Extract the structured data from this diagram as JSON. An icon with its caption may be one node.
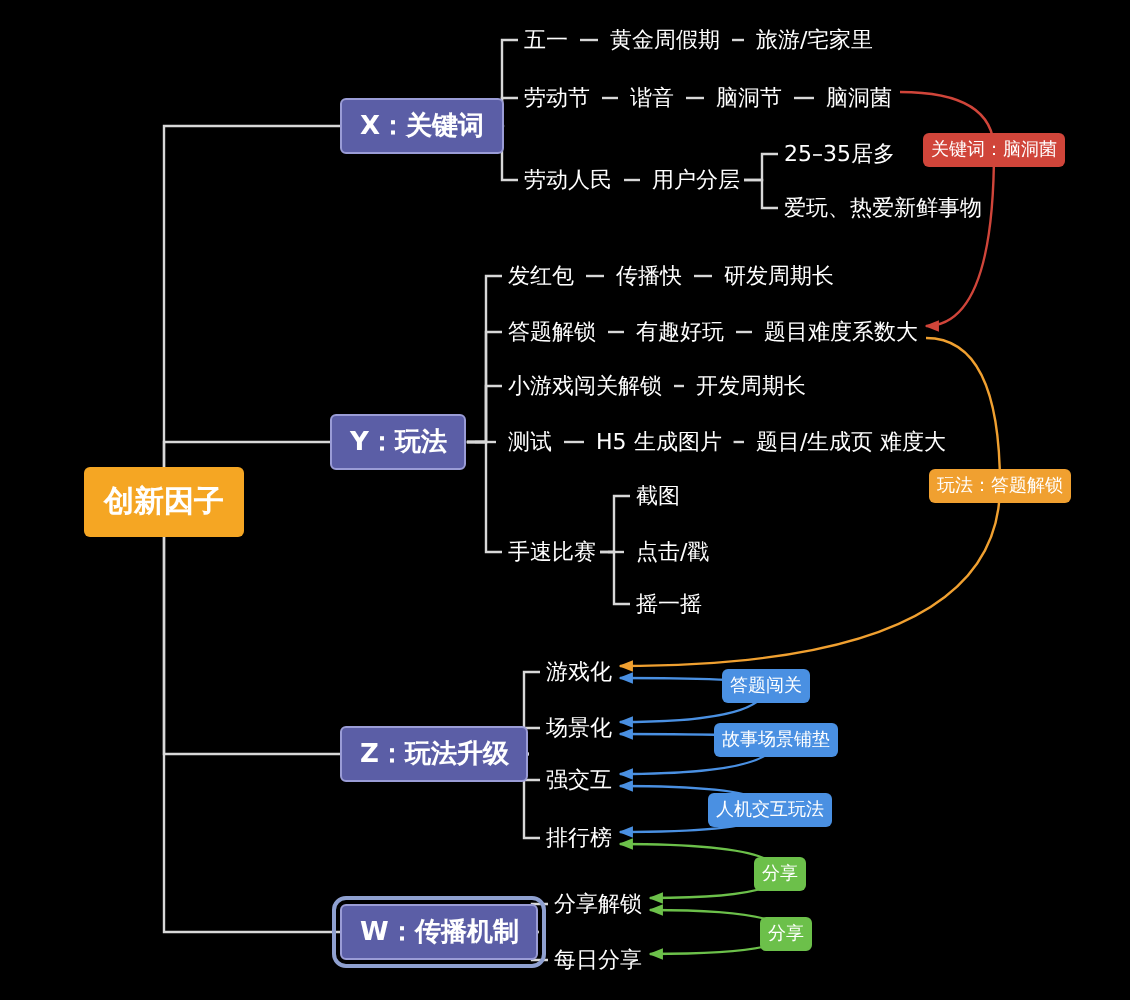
{
  "diagram": {
    "nodes": [
      {
        "text": [
          "创新因子"
        ]
      },
      {
        "text": [
          "X：关键词"
        ]
      },
      {
        "text": [
          "五一"
        ]
      },
      {
        "text": [
          "黄金周假期"
        ]
      },
      {
        "text": [
          "旅游/宅家里"
        ]
      },
      {
        "text": [
          "劳动节"
        ]
      },
      {
        "text": [
          "谐音"
        ]
      },
      {
        "text": [
          "脑洞节"
        ]
      },
      {
        "text": [
          "脑洞菌"
        ]
      },
      {
        "text": [
          "劳动人民"
        ]
      },
      {
        "text": [
          "用户分层"
        ]
      },
      {
        "text": [
          "25–35居多"
        ]
      },
      {
        "text": [
          "爱玩、热爱新鲜事物"
        ]
      },
      {
        "text": [
          "Y：玩法"
        ]
      },
      {
        "text": [
          "发红包"
        ]
      },
      {
        "text": [
          "传播快"
        ]
      },
      {
        "text": [
          "研发周期长"
        ]
      },
      {
        "text": [
          "答题解锁"
        ]
      },
      {
        "text": [
          "有趣好玩"
        ]
      },
      {
        "text": [
          "题目难度系数大"
        ]
      },
      {
        "text": [
          "小游戏闯关解锁"
        ]
      },
      {
        "text": [
          "开发周期长"
        ]
      },
      {
        "text": [
          "测试"
        ]
      },
      {
        "text": [
          "H5 生成图片"
        ]
      },
      {
        "text": [
          "题目/生成页 难度大"
        ]
      },
      {
        "text": [
          "手速比赛"
        ]
      },
      {
        "text": [
          "截图"
        ]
      },
      {
        "text": [
          "点击/戳"
        ]
      },
      {
        "text": [
          "摇一摇"
        ]
      },
      {
        "text": [
          "Z：玩法升级"
        ]
      },
      {
        "text": [
          "游戏化"
        ]
      },
      {
        "text": [
          "场景化"
        ]
      },
      {
        "text": [
          "强交互"
        ]
      },
      {
        "text": [
          "排行榜"
        ]
      },
      {
        "text": [
          "W：传播机制"
        ]
      },
      {
        "text": [
          "分享解锁"
        ]
      },
      {
        "text": [
          "每日分享"
        ]
      }
    ],
    "edges": [
      {
        "from": 0,
        "to": 1,
        "arrow": "none"
      },
      {
        "from": 1,
        "to": 2,
        "arrow": "none"
      },
      {
        "from": 2,
        "to": 3,
        "arrow": "none"
      },
      {
        "from": 3,
        "to": 4,
        "arrow": "none"
      },
      {
        "from": 1,
        "to": 5,
        "arrow": "none"
      },
      {
        "from": 5,
        "to": 6,
        "arrow": "none"
      },
      {
        "from": 6,
        "to": 7,
        "arrow": "none"
      },
      {
        "from": 7,
        "to": 8,
        "arrow": "none"
      },
      {
        "from": 1,
        "to": 9,
        "arrow": "none"
      },
      {
        "from": 9,
        "to": 10,
        "arrow": "none"
      },
      {
        "from": 10,
        "to": 11,
        "arrow": "none"
      },
      {
        "from": 10,
        "to": 12,
        "arrow": "none"
      },
      {
        "from": 0,
        "to": 13,
        "arrow": "none"
      },
      {
        "from": 13,
        "to": 14,
        "arrow": "none"
      },
      {
        "from": 14,
        "to": 15,
        "arrow": "none"
      },
      {
        "from": 15,
        "to": 16,
        "arrow": "none"
      },
      {
        "from": 13,
        "to": 17,
        "arrow": "none"
      },
      {
        "from": 17,
        "to": 18,
        "arrow": "none"
      },
      {
        "from": 18,
        "to": 19,
        "arrow": "none"
      },
      {
        "from": 13,
        "to": 20,
        "arrow": "none"
      },
      {
        "from": 20,
        "to": 21,
        "arrow": "none"
      },
      {
        "from": 13,
        "to": 22,
        "arrow": "none"
      },
      {
        "from": 22,
        "to": 23,
        "arrow": "none"
      },
      {
        "from": 23,
        "to": 24,
        "arrow": "none"
      },
      {
        "from": 13,
        "to": 25,
        "arrow": "none"
      },
      {
        "from": 25,
        "to": 26,
        "arrow": "none"
      },
      {
        "from": 25,
        "to": 27,
        "arrow": "none"
      },
      {
        "from": 25,
        "to": 28,
        "arrow": "none"
      },
      {
        "from": 0,
        "to": 29,
        "arrow": "none"
      },
      {
        "from": 29,
        "to": 30,
        "arrow": "none"
      },
      {
        "from": 29,
        "to": 31,
        "arrow": "none"
      },
      {
        "from": 29,
        "to": 32,
        "arrow": "none"
      },
      {
        "from": 29,
        "to": 33,
        "arrow": "none"
      },
      {
        "from": 0,
        "to": 34,
        "arrow": "none"
      },
      {
        "from": 34,
        "to": 35,
        "arrow": "none"
      },
      {
        "from": 34,
        "to": 36,
        "arrow": "none"
      },
      {
        "from": 8,
        "to": 19,
        "arrow": "to",
        "label": "关键词：脑洞菌",
        "color": "#d0453a"
      },
      {
        "from": 19,
        "to": 30,
        "arrow": "to",
        "label": "玩法：答题解锁",
        "color": "#f0a030"
      },
      {
        "from": 30,
        "to": 31,
        "arrow": "both",
        "label": "答题闯关",
        "color": "#4a90e2"
      },
      {
        "from": 31,
        "to": 32,
        "arrow": "both",
        "label": "故事场景铺垫",
        "color": "#4a90e2"
      },
      {
        "from": 32,
        "to": 33,
        "arrow": "both",
        "label": "人机交互玩法",
        "color": "#4a90e2"
      },
      {
        "from": 33,
        "to": 35,
        "arrow": "both",
        "label": "分享",
        "color": "#6cc04a"
      },
      {
        "from": 35,
        "to": 36,
        "arrow": "both",
        "label": "分享",
        "color": "#6cc04a"
      }
    ]
  }
}
